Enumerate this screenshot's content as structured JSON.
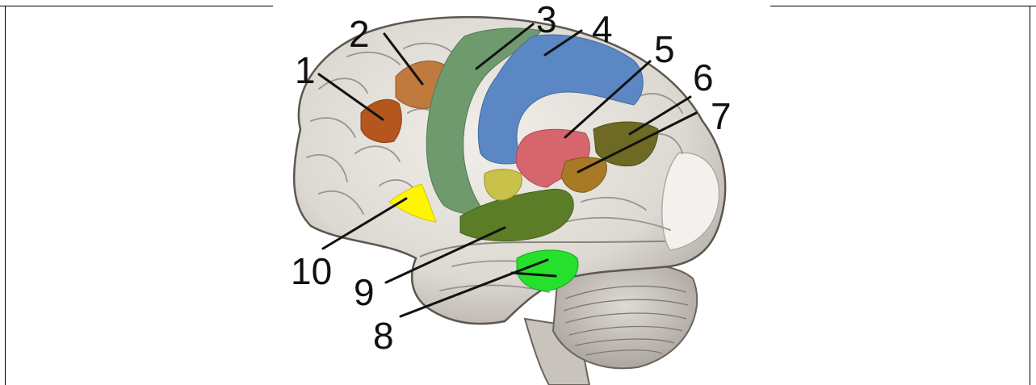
{
  "diagram": {
    "labels": [
      {
        "id": "label-1",
        "text": "1",
        "color": "#b4561d"
      },
      {
        "id": "label-2",
        "text": "2",
        "color": "#c07a3e"
      },
      {
        "id": "label-3",
        "text": "3",
        "color": "#6e9a6e"
      },
      {
        "id": "label-4",
        "text": "4",
        "color": "#5b87c4"
      },
      {
        "id": "label-5",
        "text": "5",
        "color": "#d7656e"
      },
      {
        "id": "label-6",
        "text": "6",
        "color": "#6e6a23"
      },
      {
        "id": "label-7",
        "text": "7",
        "color": "#a87a26"
      },
      {
        "id": "label-8",
        "text": "8",
        "color": "#25e12c"
      },
      {
        "id": "label-9",
        "text": "9",
        "color": "#5c7d28"
      },
      {
        "id": "label-10",
        "text": "10",
        "color": "#fff500"
      }
    ],
    "colors": {
      "brain": "#e7e4df",
      "brain_shadow": "#a8a29b",
      "cerebellum": "#c9c5bf",
      "outline": "#5d5750"
    }
  }
}
